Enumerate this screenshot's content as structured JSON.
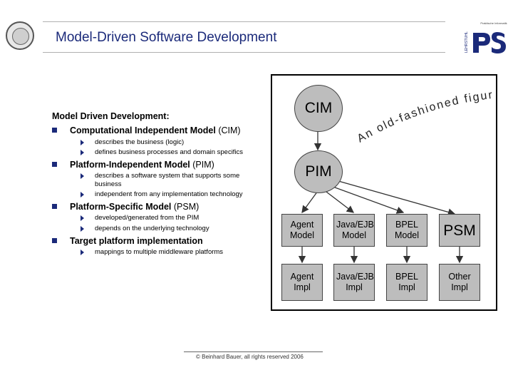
{
  "header": {
    "title": "Model-Driven Software Development",
    "logo_text": "PS",
    "logo_caption": "Praktische Informatik",
    "logo_vertical": "LEHRSTUHL"
  },
  "content": {
    "heading": "Model Driven Development:",
    "items": [
      {
        "bold": "Computational Independent Model",
        "rest": " (CIM)",
        "subs": [
          "describes the business (logic)",
          "defines business processes and domain specifics"
        ]
      },
      {
        "bold": "Platform-Independent Model",
        "rest": " (PIM)",
        "subs": [
          "describes a software system that supports some business",
          "independent from any implementation technology"
        ]
      },
      {
        "bold": "Platform-Specific Model",
        "rest": " (PSM)",
        "subs": [
          "developed/generated from the PIM",
          "depends on the underlying technology"
        ]
      },
      {
        "bold": "Target platform implementation",
        "rest": "",
        "subs": [
          "mappings to multiple middleware platforms"
        ]
      }
    ]
  },
  "diagram": {
    "cim": "CIM",
    "pim": "PIM",
    "curved_text": "An old-fashioned figure",
    "models": [
      "Agent Model",
      "Java/EJB Model",
      "BPEL Model",
      "PSM"
    ],
    "impls": [
      "Agent Impl",
      "Java/EJB Impl",
      "BPEL Impl",
      "Other Impl"
    ]
  },
  "footer": "© Beinhard Bauer, all rights reserved 2006"
}
